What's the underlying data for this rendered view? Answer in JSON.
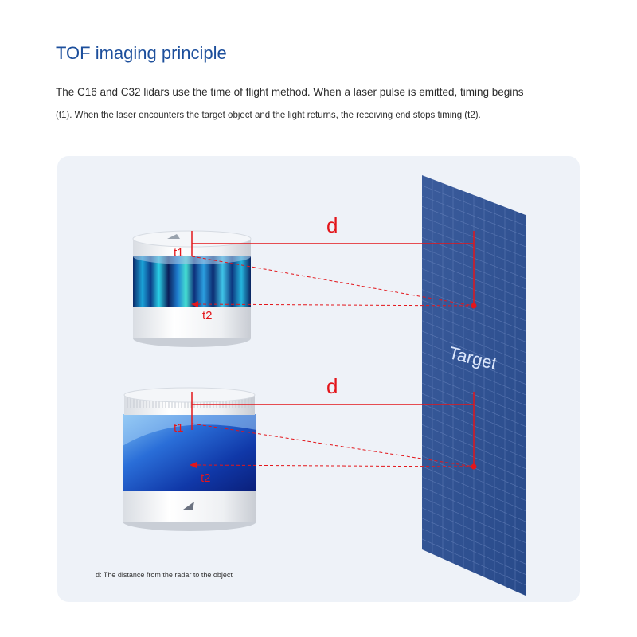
{
  "header": {
    "title": "TOF imaging principle",
    "paragraph_line1": "The C16 and C32 lidars use the time of flight method. When a laser pulse is emitted, timing begins",
    "paragraph_line2": "(t1). When the laser encounters the target object and the light returns, the receiving end stops timing (t2)."
  },
  "diagram": {
    "target_label": "Target",
    "distance_label": "d",
    "start_label": "t1",
    "stop_label": "t2",
    "footnote": "d: The distance from the radar to the object",
    "colors": {
      "measure_red": "#e3161b",
      "target_blue": "#2f4f8f",
      "grid_line": "#6b86bf",
      "panel_bg": "#eef2f8"
    }
  }
}
